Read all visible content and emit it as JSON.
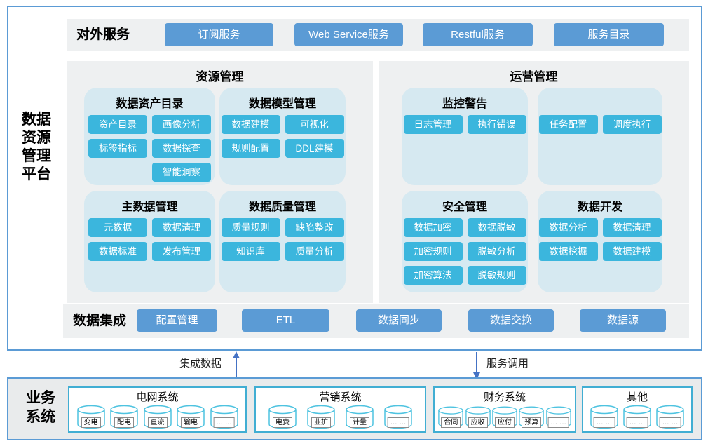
{
  "platform": {
    "title_lines": [
      "数据",
      "资源",
      "管理",
      "平台"
    ]
  },
  "external_services": {
    "label": "对外服务",
    "buttons": [
      "订阅服务",
      "Web Service服务",
      "Restful服务",
      "服务目录"
    ]
  },
  "resource_management": {
    "title": "资源管理",
    "groups": [
      {
        "title": "数据资产目录",
        "buttons": [
          "资产目录",
          "画像分析",
          "标签指标",
          "数据探查",
          "智能洞察"
        ]
      },
      {
        "title": "数据模型管理",
        "buttons": [
          "数据建模",
          "可视化",
          "规则配置",
          "DDL建模"
        ]
      },
      {
        "title": "主数据管理",
        "buttons": [
          "元数据",
          "数据清理",
          "数据标准",
          "发布管理"
        ]
      },
      {
        "title": "数据质量管理",
        "buttons": [
          "质量规则",
          "缺陷整改",
          "知识库",
          "质量分析"
        ]
      }
    ]
  },
  "operation_management": {
    "title": "运营管理",
    "groups": [
      {
        "title": "监控警告",
        "buttons": [
          "日志管理",
          "执行错误"
        ]
      },
      {
        "title": "",
        "buttons": [
          "任务配置",
          "调度执行"
        ]
      },
      {
        "title": "安全管理",
        "buttons": [
          "数据加密",
          "数据脱敏",
          "加密规则",
          "脱敏分析",
          "加密算法",
          "脱敏规则"
        ]
      },
      {
        "title": "数据开发",
        "buttons": [
          "数据分析",
          "数据清理",
          "数据挖掘",
          "数据建模"
        ]
      }
    ]
  },
  "data_integration": {
    "label": "数据集成",
    "buttons": [
      "配置管理",
      "ETL",
      "数据同步",
      "数据交换",
      "数据源"
    ]
  },
  "flows": {
    "integration_label": "集成数据",
    "service_label": "服务调用"
  },
  "business_systems": {
    "label_lines": [
      "业务",
      "系统"
    ],
    "groups": [
      {
        "title": "电网系统",
        "items": [
          "变电",
          "配电",
          "直流",
          "输电",
          "… …"
        ]
      },
      {
        "title": "营销系统",
        "items": [
          "电费",
          "业扩",
          "计量",
          "… …"
        ]
      },
      {
        "title": "财务系统",
        "items": [
          "合同",
          "应收",
          "应付",
          "预算",
          "… …"
        ]
      },
      {
        "title": "其他",
        "items": [
          "… …",
          "… …",
          "… …"
        ]
      }
    ]
  },
  "colors": {
    "accent_blue": "#5b9bd5",
    "accent_cyan": "#3bb6dd",
    "panel_bg": "#eef0f1",
    "subbox_bg": "#d6e9f1",
    "container_border": "#5b9bd5",
    "arrow_blue": "#4472c4",
    "cylinder_border": "#4ec3e0",
    "bottom_bg": "#e9ebec"
  }
}
